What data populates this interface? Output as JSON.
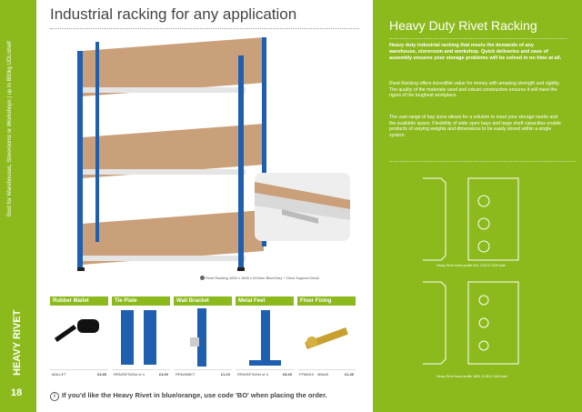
{
  "sidebar": {
    "vertical_text": "Best for Warehouses, Storerooms or Workshops | up to 800kg UDL/shelf",
    "vertical_title": "HEAVY RIVET",
    "page_number": "18"
  },
  "left": {
    "title": "Industrial racking for any application",
    "caption": "Rivet Racking 1830 x 1830 x 610mm Blue/Grey + Deck Support Detail",
    "products": [
      {
        "name": "Rubber Mallet",
        "code": "MALLET",
        "desc": "",
        "price": "£3.85"
      },
      {
        "name": "Tie Plate",
        "code": "RRN/SETA",
        "desc": "Set of 4",
        "price": "£4.00"
      },
      {
        "name": "Wall Bracket",
        "code": "RRN/WBKT",
        "desc": "",
        "price": "£1.10"
      },
      {
        "name": "Metal Feet",
        "code": "RRN/SETA",
        "desc": "Set of 4",
        "price": "£8.40"
      },
      {
        "name": "Floor Fixing",
        "code": "FFMM10",
        "desc": "M8x65",
        "price": "£1.40"
      }
    ],
    "note": "If you'd like the Heavy Rivet in blue/orange, use code 'BO' when placing the order."
  },
  "right": {
    "title": "Heavy Duty Rivet Racking",
    "lead": "Heavy duty industrial racking that meets the demands of any warehouse, storeroom and workshop. Quick deliveries and ease of assembly ensures your storage problems will be solved in no time at all.",
    "p1": "Rivet Racking offers incredible value for money with amazing strength and rigidity. The quality of the materials used and robust construction ensures it will meet the rigors of the toughest workplace.",
    "p2": "The vast range of bay sizes allows for a solution to meet your storage needs and the available space. Flexibility of wide open bays and large shelf capacities enable products of varying weights and dimensions to be easily stored within a single system.",
    "drawing1_caption": "Heavy Rivet beam profile 915, 1220 & 1525 wide",
    "drawing2_caption": "Heavy Rivet beam profile 1830, 2135 & 2440 wide"
  },
  "colors": {
    "green": "#8cba1d",
    "blue": "#1f5fb0",
    "board": "#c9a07a"
  }
}
